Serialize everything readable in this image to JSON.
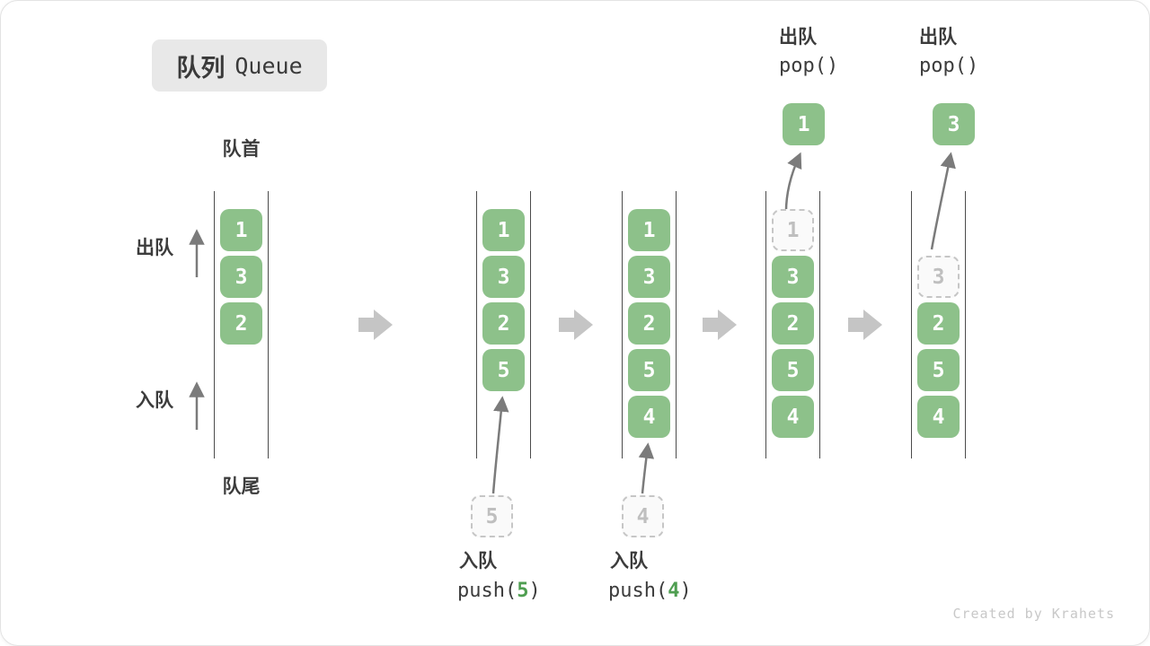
{
  "title": {
    "zh": "队列",
    "en": "Queue"
  },
  "labels": {
    "front": "队首",
    "rear": "队尾",
    "dequeue_side": "出队",
    "enqueue_side": "入队"
  },
  "colors": {
    "box_green": "#8dc18a",
    "code_number_green": "#4f9e51",
    "dashed_border": "#c6c6c6",
    "flow_arrow_gray": "#c5c5c5",
    "thin_arrow_gray": "#7b7b7b",
    "badge_bg": "#e8e8e8"
  },
  "queues": [
    {
      "name": "state-1",
      "cells": [
        {
          "value": "1",
          "removed": false
        },
        {
          "value": "3",
          "removed": false
        },
        {
          "value": "2",
          "removed": false
        }
      ]
    },
    {
      "name": "state-2-after-push-5",
      "cells": [
        {
          "value": "1",
          "removed": false
        },
        {
          "value": "3",
          "removed": false
        },
        {
          "value": "2",
          "removed": false
        },
        {
          "value": "5",
          "removed": false
        }
      ]
    },
    {
      "name": "state-3-after-push-4",
      "cells": [
        {
          "value": "1",
          "removed": false
        },
        {
          "value": "3",
          "removed": false
        },
        {
          "value": "2",
          "removed": false
        },
        {
          "value": "5",
          "removed": false
        },
        {
          "value": "4",
          "removed": false
        }
      ]
    },
    {
      "name": "state-4-after-pop",
      "cells": [
        {
          "value": "1",
          "removed": true
        },
        {
          "value": "3",
          "removed": false
        },
        {
          "value": "2",
          "removed": false
        },
        {
          "value": "5",
          "removed": false
        },
        {
          "value": "4",
          "removed": false
        }
      ]
    },
    {
      "name": "state-5-after-pop",
      "cells": [
        {
          "value": "3",
          "removed": true
        },
        {
          "value": "2",
          "removed": false
        },
        {
          "value": "5",
          "removed": false
        },
        {
          "value": "4",
          "removed": false
        }
      ]
    }
  ],
  "staging": [
    {
      "value": "5"
    },
    {
      "value": "4"
    }
  ],
  "pops": [
    {
      "value": "1"
    },
    {
      "value": "3"
    }
  ],
  "ops": [
    {
      "zh": "入队",
      "pre": "push(",
      "num": "5",
      "post": ")"
    },
    {
      "zh": "入队",
      "pre": "push(",
      "num": "4",
      "post": ")"
    },
    {
      "zh": "出队",
      "code": "pop()"
    },
    {
      "zh": "出队",
      "code": "pop()"
    }
  ],
  "watermark": "Created by Krahets"
}
